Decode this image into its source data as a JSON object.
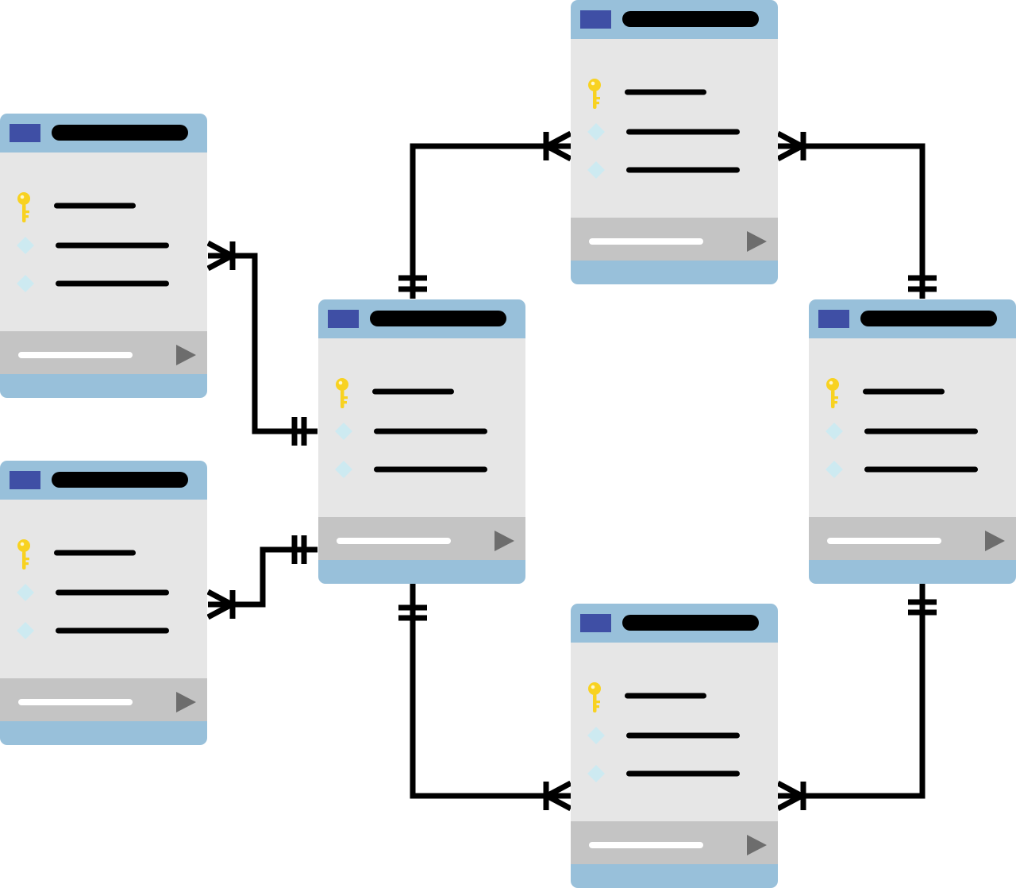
{
  "diagram": {
    "type": "entity-relationship",
    "palette": {
      "header": "#98c0da",
      "header_badge": "#3f4fa5",
      "title_bar": "#000000",
      "body": "#e6e6e6",
      "footer": "#c4c4c4",
      "footer_line": "#ffffff",
      "play_icon": "#6d6d6d",
      "key_icon": "#f8d221",
      "diamond_icon": "#cdeaf1",
      "field_line": "#000000",
      "connector": "#000000",
      "background": "#ffffff"
    },
    "tables": [
      {
        "id": "table-left-top",
        "fields": [
          "key-icon",
          "diamond-icon",
          "diamond-icon"
        ],
        "footer_icon": "play-icon"
      },
      {
        "id": "table-left-bottom",
        "fields": [
          "key-icon",
          "diamond-icon",
          "diamond-icon"
        ],
        "footer_icon": "play-icon"
      },
      {
        "id": "table-center",
        "fields": [
          "key-icon",
          "diamond-icon",
          "diamond-icon"
        ],
        "footer_icon": "play-icon"
      },
      {
        "id": "table-top-right",
        "fields": [
          "key-icon",
          "diamond-icon",
          "diamond-icon"
        ],
        "footer_icon": "play-icon"
      },
      {
        "id": "table-right",
        "fields": [
          "key-icon",
          "diamond-icon",
          "diamond-icon"
        ],
        "footer_icon": "play-icon"
      },
      {
        "id": "table-bottom-right",
        "fields": [
          "key-icon",
          "diamond-icon",
          "diamond-icon"
        ],
        "footer_icon": "play-icon"
      }
    ],
    "relationships": [
      {
        "from": "table-center",
        "to": "table-left-top",
        "from_end": "one-and-only-one",
        "to_end": "one-or-many"
      },
      {
        "from": "table-center",
        "to": "table-left-bottom",
        "from_end": "one-and-only-one",
        "to_end": "one-or-many"
      },
      {
        "from": "table-center",
        "to": "table-top-right",
        "from_end": "one-and-only-one",
        "to_end": "one-or-many"
      },
      {
        "from": "table-center",
        "to": "table-bottom-right",
        "from_end": "one-and-only-one",
        "to_end": "one-or-many"
      },
      {
        "from": "table-right",
        "to": "table-top-right",
        "from_end": "one-and-only-one",
        "to_end": "one-or-many"
      },
      {
        "from": "table-right",
        "to": "table-bottom-right",
        "from_end": "one-and-only-one",
        "to_end": "one-or-many"
      }
    ]
  }
}
